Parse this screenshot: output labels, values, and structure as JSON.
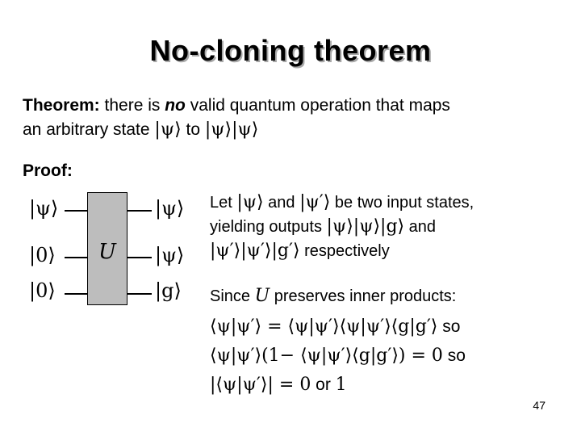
{
  "title": "No-cloning theorem",
  "theorem": {
    "label": "Theorem:",
    "text_a": " there is ",
    "emph": "no",
    "text_b": " valid quantum operation that maps",
    "line2_a": "an arbitrary state ",
    "state": "|ψ⟩",
    "line2_b": " to ",
    "target": "|ψ⟩|ψ⟩"
  },
  "proof_label": "Proof:",
  "circuit": {
    "inputs": [
      "|ψ⟩",
      "|0⟩",
      "|0⟩"
    ],
    "gate": "U",
    "outputs": [
      "|ψ⟩",
      "|ψ⟩",
      "|g⟩"
    ]
  },
  "explanation": {
    "line1_a": "Let ",
    "psi": "|ψ⟩",
    "line1_b": " and ",
    "psi_prime": "|ψ′⟩",
    "line1_c": " be two input states,",
    "line2_a": "yielding outputs ",
    "out1": "|ψ⟩|ψ⟩|g⟩",
    "line2_b": " and",
    "out2": "|ψ′⟩|ψ′⟩|g′⟩",
    "line3_b": " respectively",
    "since_a": "Since ",
    "since_U": "U",
    "since_b": " preserves inner products:"
  },
  "equations": {
    "eq1_m": "⟨ψ|ψ′⟩ = ⟨ψ|ψ′⟩⟨ψ|ψ′⟩⟨g|g′⟩",
    "eq1_t": " so",
    "eq2_m": "⟨ψ|ψ′⟩(1− ⟨ψ|ψ′⟩⟨g|g′⟩) = 0",
    "eq2_t": " so",
    "eq3_m": "|⟨ψ|ψ′⟩| = 0",
    "eq3_t": " or ",
    "eq3_m2": "1"
  },
  "page_number": "47"
}
